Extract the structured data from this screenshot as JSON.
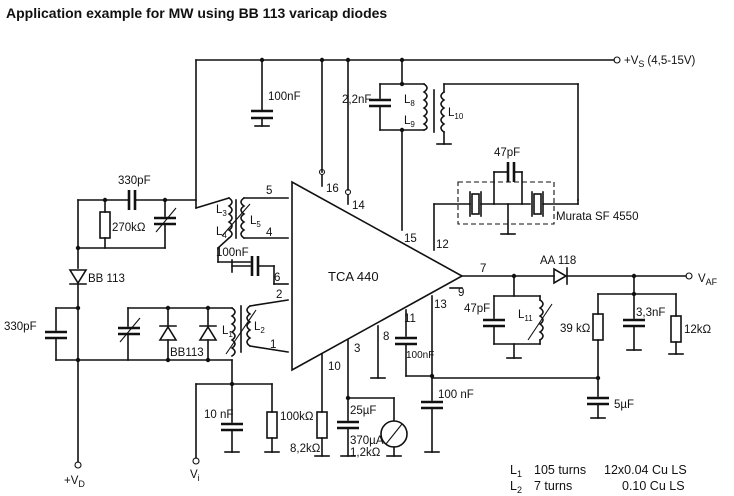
{
  "title": "Application example for MW using BB 113 varicap diodes",
  "ic": {
    "name": "TCA 440"
  },
  "supply": {
    "label": "+V",
    "sub": "S",
    "range": "(4,5-15V)"
  },
  "output": {
    "label": "V",
    "sub": "AF"
  },
  "inputs": {
    "vd": "+V",
    "vd_sub": "D",
    "vi": "V",
    "vi_sub": "i"
  },
  "pins": [
    "16",
    "14",
    "5",
    "4",
    "6",
    "2",
    "1",
    "15",
    "12",
    "7",
    "9",
    "13",
    "11",
    "8",
    "3",
    "10"
  ],
  "components": {
    "c330_top": "330pF",
    "r270k": "270kΩ",
    "diode_bb113_left": "BB 113",
    "c330_left": "330pF",
    "c100n_top": "100nF",
    "c100n_mid": "100nF",
    "bb113_lower": "BB113",
    "c2n2": "2,2nF",
    "l8": "L",
    "l8_sub": "8",
    "l9": "L",
    "l9_sub": "9",
    "l10": "L",
    "l10_sub": "10",
    "c47p_top": "47pF",
    "filter": "Murata SF 4550",
    "aa118": "AA 118",
    "c47p_bot": "47pF",
    "l11": "L",
    "l11_sub": "11",
    "c100n_pin11": "100nF",
    "r39k": "39 kΩ",
    "c3n3": "3,3nF",
    "r12k": "12kΩ",
    "c5u": "5µF",
    "c100n_pin13": "100 nF",
    "c10n": "10 nF",
    "r100k": "100kΩ",
    "r8k2": "8,2kΩ",
    "c25u": "25µF",
    "meter1": "370µA",
    "meter2": "1,2kΩ",
    "l1": "L",
    "l1_sub": "1",
    "l2": "L",
    "l2_sub": "2",
    "l3": "L",
    "l3_sub": "3",
    "l4": "L",
    "l4_sub": "4",
    "l5": "L",
    "l5_sub": "5"
  },
  "legend": [
    {
      "sym": "L",
      "sub": "1",
      "turns": "105 turns",
      "wire": "12x0.04 Cu LS"
    },
    {
      "sym": "L",
      "sub": "2",
      "turns": "7 turns",
      "wire": "0.10 Cu LS"
    }
  ]
}
